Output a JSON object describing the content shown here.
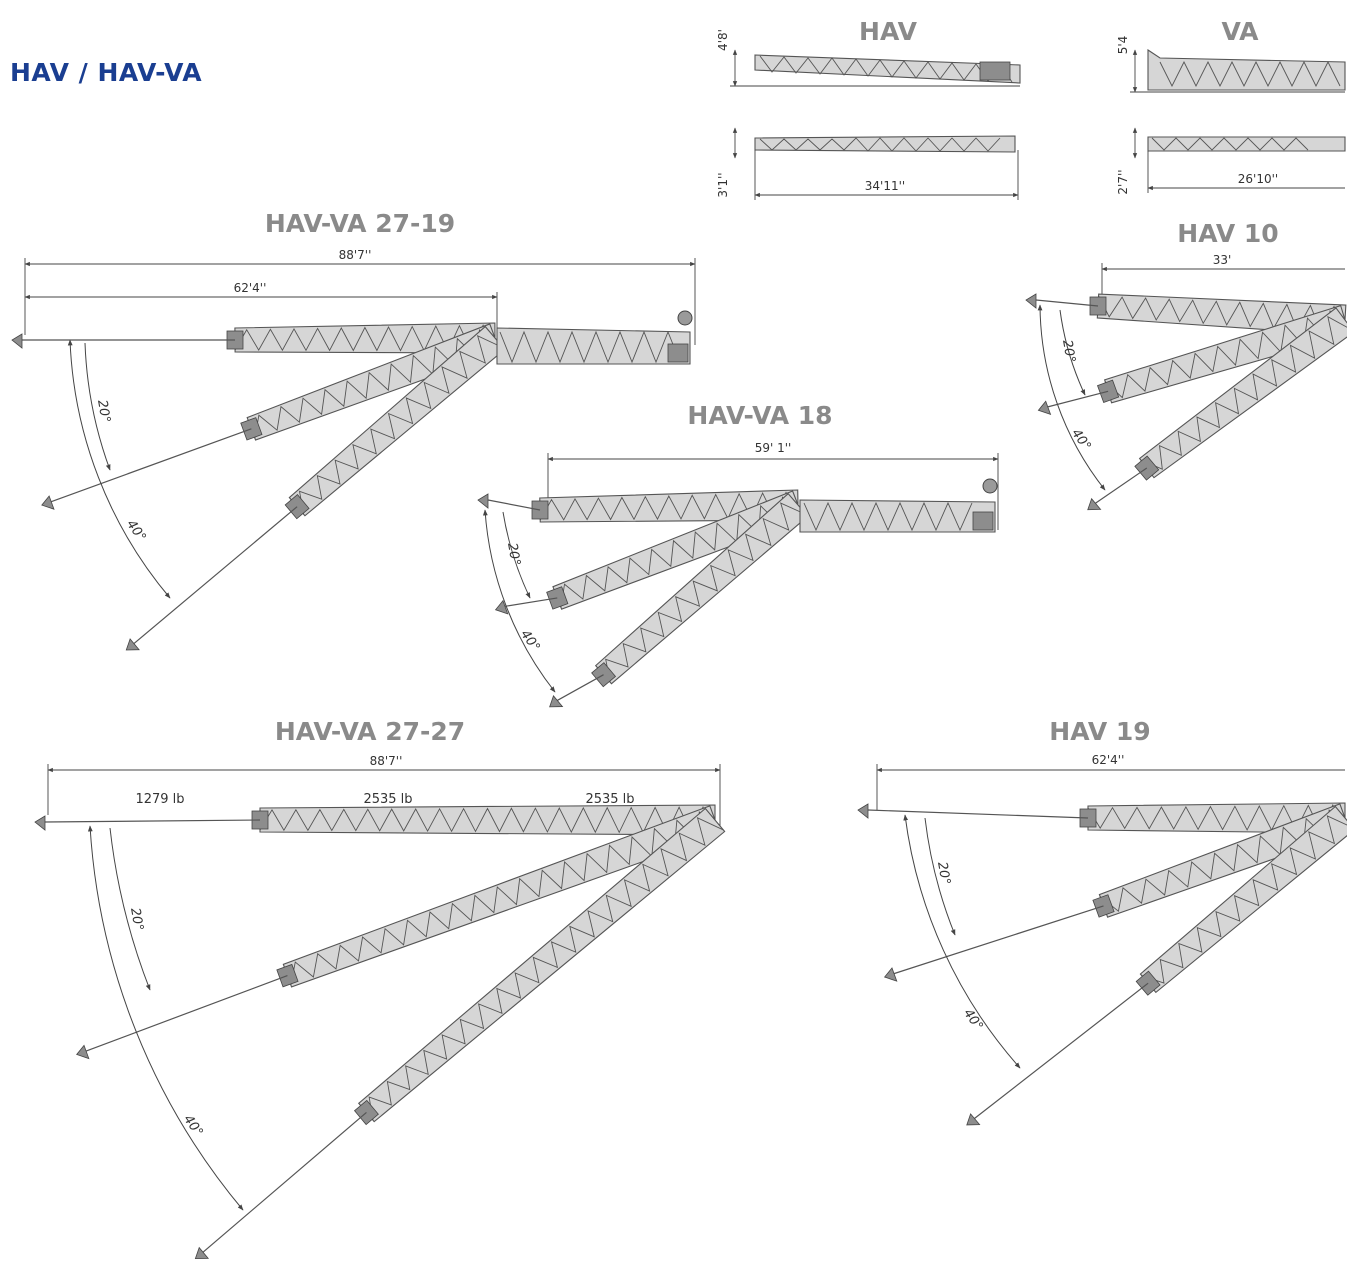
{
  "page": {
    "heading": "HAV / HAV-VA",
    "heading_color": "#1a3e91",
    "title_color": "#8a8a8a"
  },
  "side_views": {
    "hav": {
      "title": "HAV",
      "height_label": "4'8'",
      "width_label": "3'1''",
      "length_label": "34'11''"
    },
    "va": {
      "title": "VA",
      "height_label": "5'4",
      "width_label": "2'7''",
      "length_label": "26'10''"
    }
  },
  "configurations": {
    "hav_va_27_19": {
      "title": "HAV-VA 27-19",
      "overall_length": "88'7''",
      "inner_length": "62'4''",
      "angle_1": "20°",
      "angle_2": "40°"
    },
    "hav_10": {
      "title": "HAV 10",
      "overall_length": "33'",
      "angle_1": "20°",
      "angle_2": "40°"
    },
    "hav_va_18": {
      "title": "HAV-VA 18",
      "overall_length": "59' 1''",
      "angle_1": "20°",
      "angle_2": "40°"
    },
    "hav_va_27_27": {
      "title": "HAV-VA 27-27",
      "overall_length": "88'7''",
      "angle_1": "20°",
      "angle_2": "40°",
      "section_weights": [
        "1279 lb",
        "2535 lb",
        "2535 lb"
      ]
    },
    "hav_19": {
      "title": "HAV 19",
      "overall_length": "62'4''",
      "angle_1": "20°",
      "angle_2": "40°"
    }
  }
}
